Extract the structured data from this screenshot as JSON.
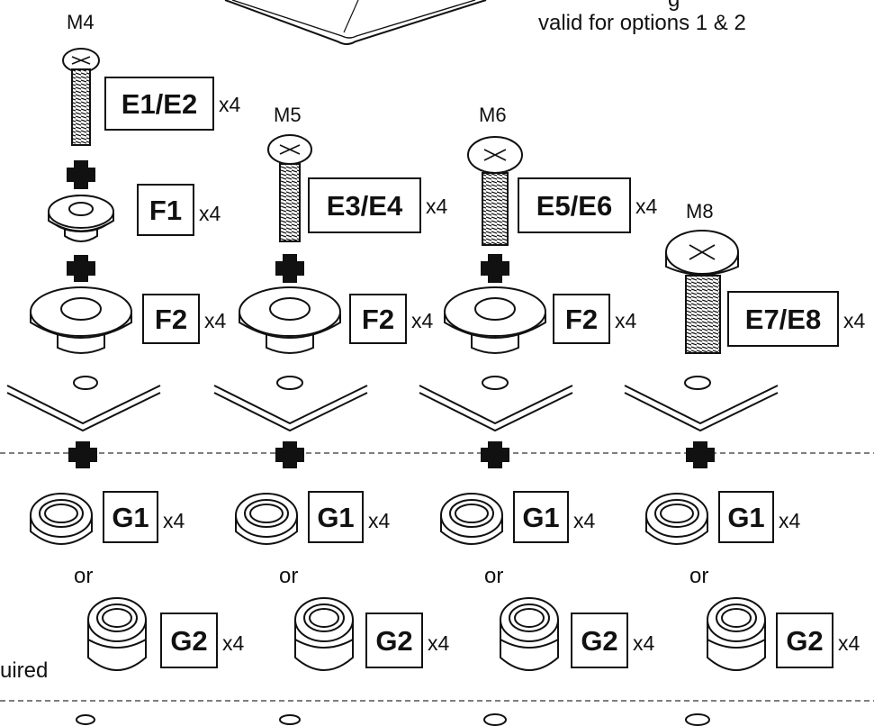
{
  "note": "valid for options 1 & 2",
  "note_cut": "g",
  "left_cut_text": "uired",
  "columns": [
    {
      "screw_size": "M4",
      "screw": "E1/E2",
      "screw_qty": "x4",
      "washer_small": "F1",
      "washer_small_qty": "x4",
      "washer": "F2",
      "washer_qty": "x4",
      "grommet1": "G1",
      "grommet1_qty": "x4",
      "or_text": "or",
      "grommet2": "G2",
      "grommet2_qty": "x4"
    },
    {
      "screw_size": "M5",
      "screw": "E3/E4",
      "screw_qty": "x4",
      "washer": "F2",
      "washer_qty": "x4",
      "grommet1": "G1",
      "grommet1_qty": "x4",
      "or_text": "or",
      "grommet2": "G2",
      "grommet2_qty": "x4"
    },
    {
      "screw_size": "M6",
      "screw": "E5/E6",
      "screw_qty": "x4",
      "washer": "F2",
      "washer_qty": "x4",
      "grommet1": "G1",
      "grommet1_qty": "x4",
      "or_text": "or",
      "grommet2": "G2",
      "grommet2_qty": "x4"
    },
    {
      "screw_size": "M8",
      "screw": "E7/E8",
      "screw_qty": "x4",
      "grommet1": "G1",
      "grommet1_qty": "x4",
      "or_text": "or",
      "grommet2": "G2",
      "grommet2_qty": "x4"
    }
  ]
}
